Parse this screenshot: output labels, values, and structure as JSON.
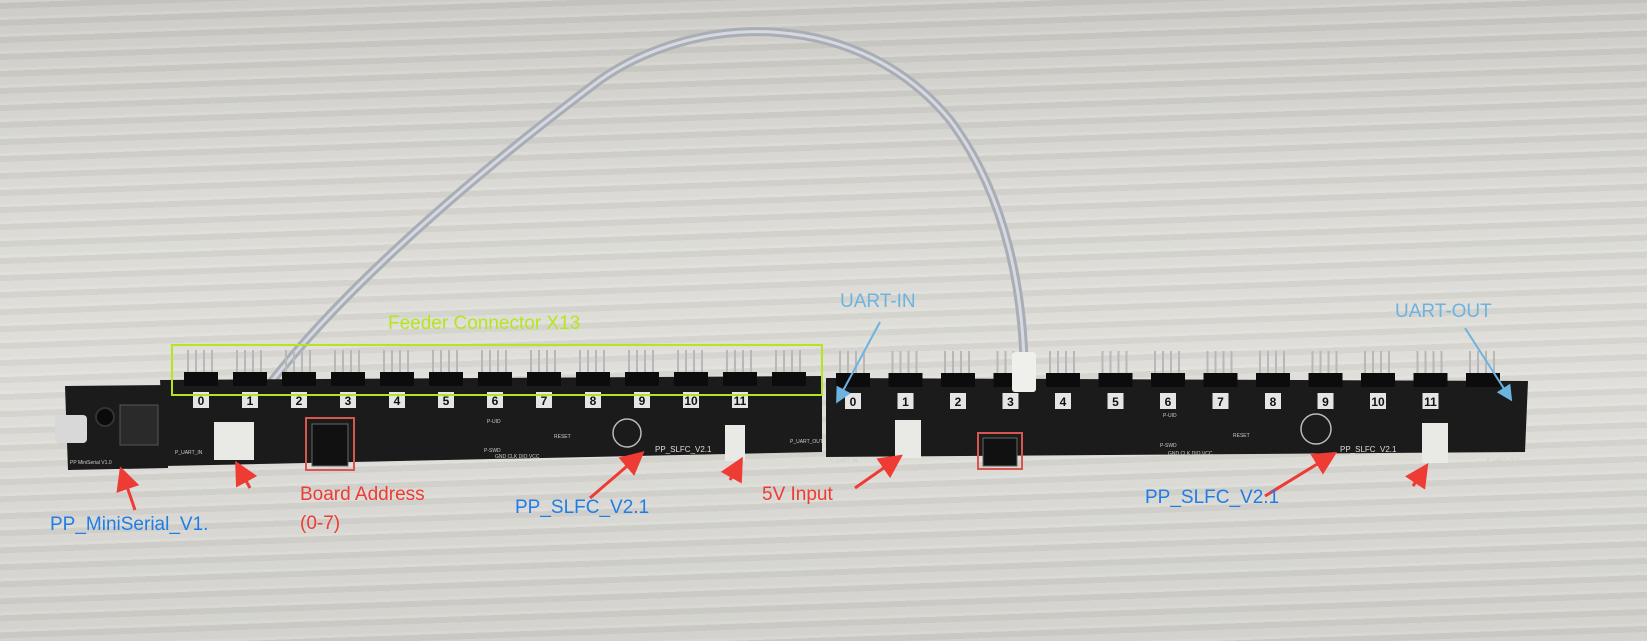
{
  "annotations": {
    "feeder_connector": "Feeder Connector X13",
    "uart_in": "UART-IN",
    "uart_out": "UART-OUT",
    "board_address": "Board Address",
    "board_address_range": "(0-7)",
    "slfc_left": "PP_SLFC_V2.1",
    "slfc_right": "PP_SLFC_V2.1",
    "five_v_input": "5V Input",
    "mini_serial": "PP_MiniSerial_V1."
  },
  "silkscreen": {
    "slot_numbers": [
      "0",
      "1",
      "2",
      "3",
      "4",
      "5",
      "6",
      "7",
      "8",
      "9",
      "10",
      "11"
    ],
    "board_name": "PP_SLFC_V2.1",
    "mini_name": "PP MiniSerial V1.0",
    "uart_in": "P_UART_IN",
    "uart_out": "P_UART_OUT",
    "reset": "RESET",
    "swd_pins": "GND CLK DIO VCC",
    "p_swd": "P-SWD",
    "p_uid": "P-UID"
  },
  "colors": {
    "green": "#b5e61d",
    "light_blue": "#6db3e0",
    "blue": "#1f7de6",
    "red": "#ee3b33",
    "pcb": "#1b1b1b"
  }
}
